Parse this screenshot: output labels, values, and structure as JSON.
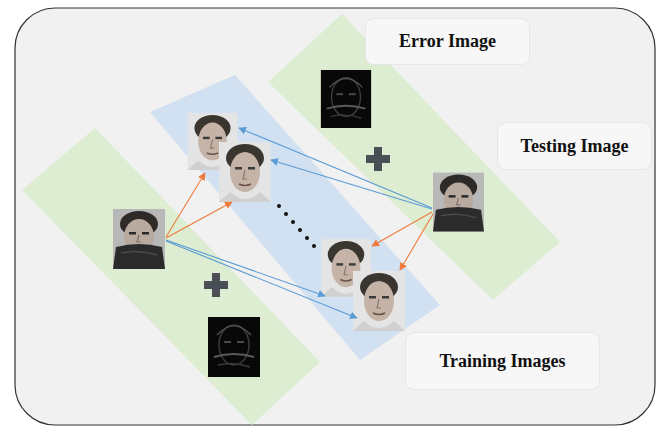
{
  "diagram": {
    "nodes": [
      {
        "text": [
          "Error Image"
        ]
      },
      {
        "text": [
          "Testing Image"
        ]
      },
      {
        "text": [
          "Training Images"
        ]
      }
    ]
  }
}
